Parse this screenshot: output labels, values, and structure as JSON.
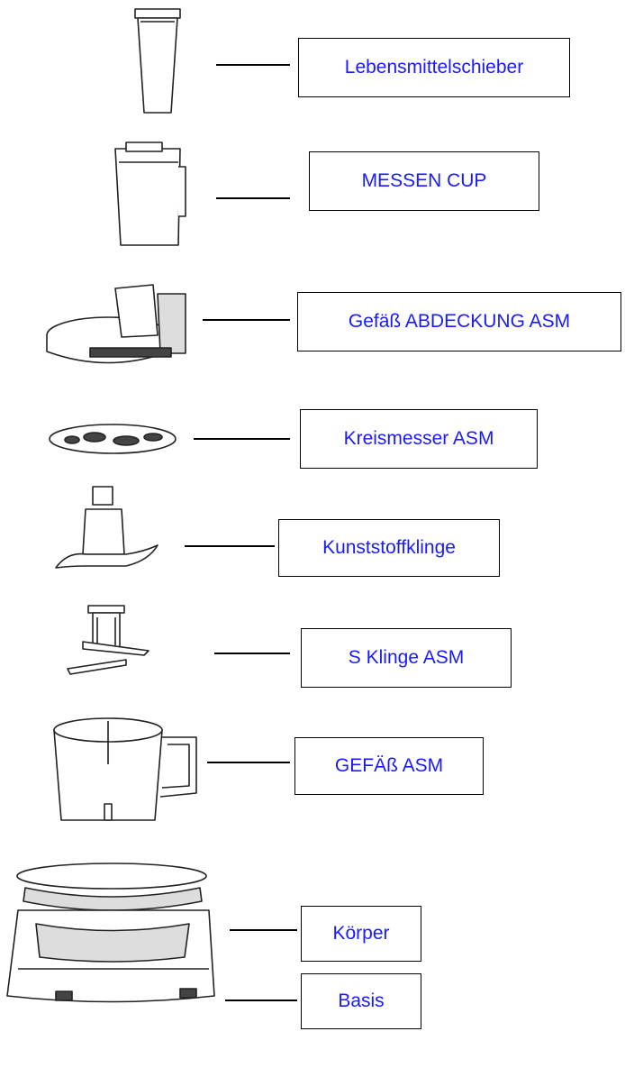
{
  "labels": {
    "food_pusher": "Lebensmittelschieber",
    "measuring_cup": "MESSEN CUP",
    "bowl_cover": "Gefäß ABDECKUNG ASM",
    "disc_blade": "Kreismesser ASM",
    "plastic_blade": "Kunststoffklinge",
    "s_blade": "S Klinge ASM",
    "bowl": "GEFÄß ASM",
    "body": "Körper",
    "base": "Basis"
  },
  "colors": {
    "label_text": "#1a1aff",
    "box_border": "#000000"
  }
}
